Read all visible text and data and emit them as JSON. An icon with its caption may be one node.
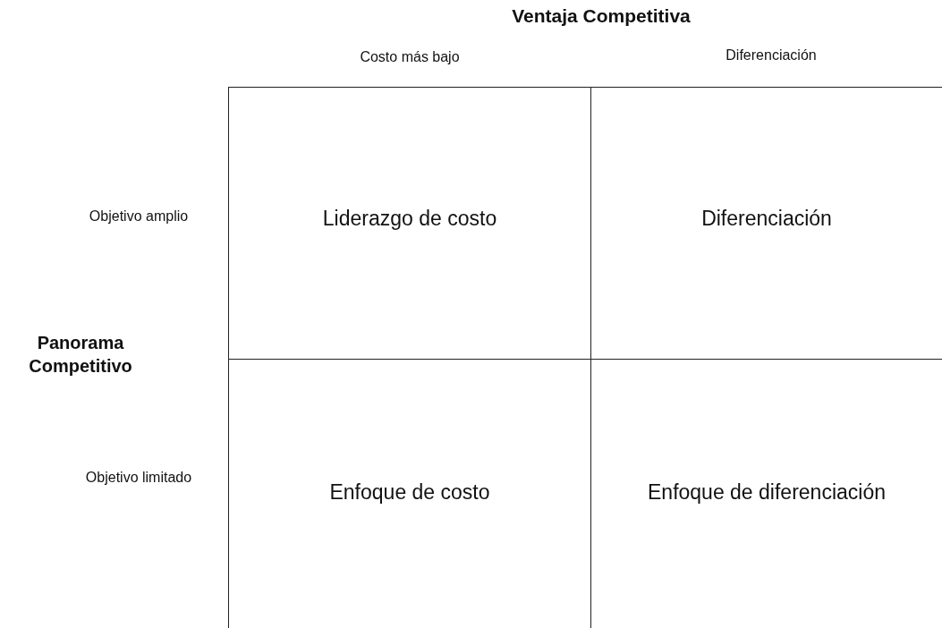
{
  "diagram": {
    "title": "Ventaja Competitiva",
    "nodes": [
      {
        "text": [
          "Liderazgo de costo"
        ]
      },
      {
        "text": [
          "Diferenciación"
        ]
      },
      {
        "text": [
          "Enfoque de costo"
        ]
      },
      {
        "text": [
          "Enfoque de diferenciación"
        ]
      }
    ],
    "labels": [
      "Costo más bajo",
      "Diferenciación",
      "Objetivo amplio",
      "Panorama Competitivo",
      "Objetivo limitado"
    ]
  }
}
